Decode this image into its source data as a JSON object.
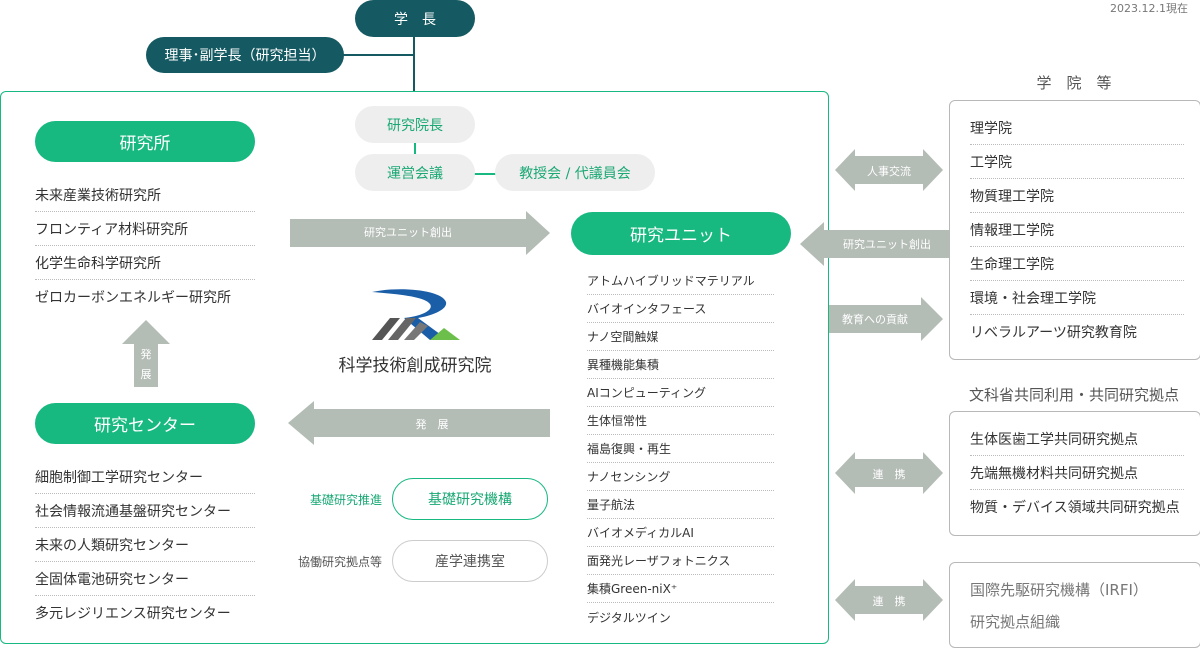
{
  "date": "2023.12.1現在",
  "president": "学　長",
  "vice": "理事･副学長（研究担当）",
  "center_unit": {
    "director": "研究院長",
    "council": "運営会議",
    "faculty": "教授会 / 代議員会",
    "name": "科学技術創成研究院"
  },
  "labs": {
    "title": "研究所",
    "items": [
      "未来産業技術研究所",
      "フロンティア材料研究所",
      "化学生命科学研究所",
      "ゼロカーボンエネルギー研究所"
    ]
  },
  "centers": {
    "title": "研究センター",
    "items": [
      "細胞制御工学研究センター",
      "社会情報流通基盤研究センター",
      "未来の人類研究センター",
      "全固体電池研究センター",
      "多元レジリエンス研究センター"
    ]
  },
  "units": {
    "title": "研究ユニット",
    "items": [
      "アトムハイブリッドマテリアル",
      "バイオインタフェース",
      "ナノ空間触媒",
      "異種機能集積",
      "AIコンピューティング",
      "生体恒常性",
      "福島復興・再生",
      "ナノセンシング",
      "量子航法",
      "バイオメディカルAI",
      "面発光レーザフォトニクス",
      "集積Green-niX⁺",
      "デジタルツイン"
    ]
  },
  "arrows": {
    "create_unit": "研究ユニット創出",
    "develop_up": "発展",
    "develop_left": "発　展",
    "personnel": "人事交流",
    "create_unit_right": "研究ユニット創出",
    "contribution": "教育への貢献",
    "link1": "連　携",
    "link2": "連　携"
  },
  "basic": {
    "label": "基礎研究推進",
    "org": "基礎研究機構"
  },
  "coop": {
    "label": "協働研究拠点等",
    "org": "産学連携室"
  },
  "schools": {
    "heading": "学　院　等",
    "items": [
      "理学院",
      "工学院",
      "物質理工学院",
      "情報理工学院",
      "生命理工学院",
      "環境・社会理工学院",
      "リベラルアーツ研究教育院"
    ]
  },
  "joint": {
    "heading": "文科省共同利用・共同研究拠点",
    "items": [
      "生体医歯工学共同研究拠点",
      "先端無機材料共同研究拠点",
      "物質・デバイス領域共同研究拠点"
    ]
  },
  "irfi": {
    "line1": "国際先駆研究機構（IRFI）",
    "line2": "研究拠点組織"
  },
  "colors": {
    "dark_teal": "#155a62",
    "green": "#18b881",
    "arrow_grey": "#b4bcb6"
  }
}
